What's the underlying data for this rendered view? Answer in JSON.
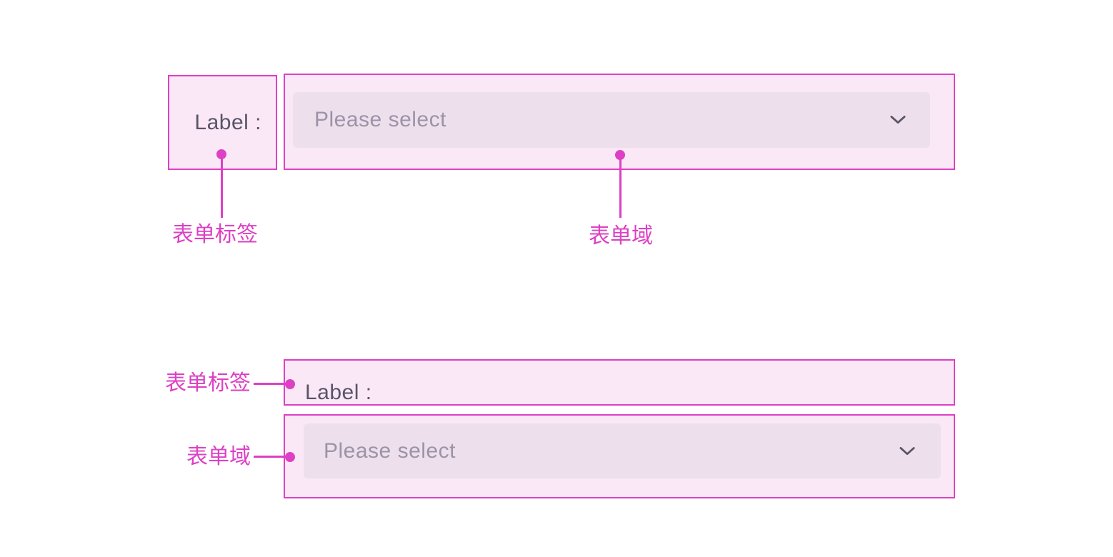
{
  "colors": {
    "annotation_magenta": "#dd40c4",
    "box_fill": "#fae8f6",
    "control_fill": "#ede0ec",
    "label_text": "#5a5468",
    "placeholder_text": "#9c93a8",
    "page_background": "#ffffff"
  },
  "horizontal_layout": {
    "label": "Label :",
    "select_placeholder": "Please select",
    "chevron_icon": "chevron-down",
    "annotations": {
      "label": "表单标签",
      "field": "表单域"
    }
  },
  "vertical_layout": {
    "label": "Label :",
    "select_placeholder": "Please select",
    "chevron_icon": "chevron-down",
    "annotations": {
      "label": "表单标签",
      "field": "表单域"
    }
  }
}
